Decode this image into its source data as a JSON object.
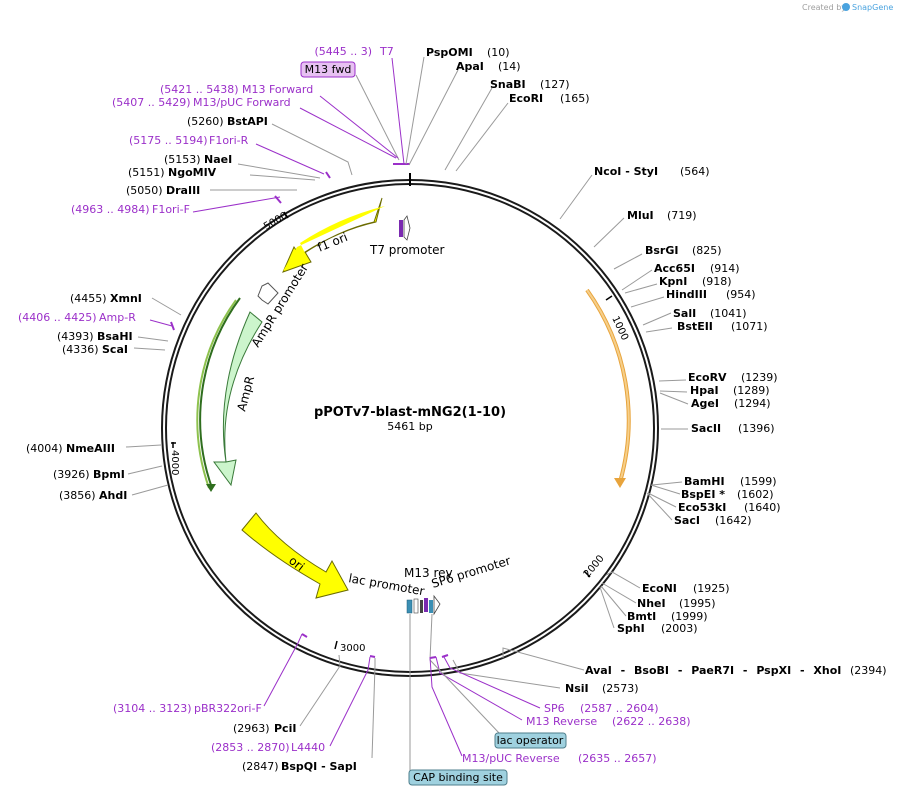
{
  "credit": {
    "prefix": "Created by",
    "brand": "SnapGene"
  },
  "map": {
    "name": "pPOTv7-blast-mNG2(1-10)",
    "length": "5461 bp",
    "ticks": [
      "1000",
      "2000",
      "3000",
      "4000",
      "5000"
    ]
  },
  "features": {
    "f1_ori": "f1 ori",
    "ampr_promoter": "AmpR promoter",
    "ampr": "AmpR",
    "ori": "ori",
    "t7_promoter": "T7 promoter",
    "lac_promoter": "lac promoter",
    "m13_rev": "M13 rev",
    "sp6_promoter": "SP6 promoter"
  },
  "boxes": {
    "m13_fwd": "M13 fwd",
    "lac_operator": "lac operator",
    "cap_site": "CAP binding site"
  },
  "sites": [
    {
      "id": "t7",
      "pos": "(5445 .. 3)",
      "name": "T7",
      "primer": true
    },
    {
      "id": "pspomi",
      "pos": "(10)",
      "name": "PspOMI",
      "primer": false
    },
    {
      "id": "apai",
      "pos": "(14)",
      "name": "ApaI",
      "primer": false
    },
    {
      "id": "snabi",
      "pos": "(127)",
      "name": "SnaBI",
      "primer": false
    },
    {
      "id": "ecori",
      "pos": "(165)",
      "name": "EcoRI",
      "primer": false
    },
    {
      "id": "m13fwd",
      "pos": "(5421 .. 5438)",
      "name": "M13 Forward",
      "primer": true
    },
    {
      "id": "m13puc",
      "pos": "(5407 .. 5429)",
      "name": "M13/pUC Forward",
      "primer": true
    },
    {
      "id": "bstapi",
      "pos": "(5260)",
      "name": "BstAPI",
      "primer": false
    },
    {
      "id": "f1orir",
      "pos": "(5175 .. 5194)",
      "name": "F1ori-R",
      "primer": true
    },
    {
      "id": "naei",
      "pos": "(5153)",
      "name": "NaeI",
      "primer": false
    },
    {
      "id": "ngomiv",
      "pos": "(5151)",
      "name": "NgoMIV",
      "primer": false
    },
    {
      "id": "draiii",
      "pos": "(5050)",
      "name": "DraIII",
      "primer": false
    },
    {
      "id": "f1orif",
      "pos": "(4963 .. 4984)",
      "name": "F1ori-F",
      "primer": true
    },
    {
      "id": "ncoi",
      "pos": "(564)",
      "name": "NcoI - StyI",
      "primer": false
    },
    {
      "id": "mlui",
      "pos": "(719)",
      "name": "MluI",
      "primer": false
    },
    {
      "id": "bsrgi",
      "pos": "(825)",
      "name": "BsrGI",
      "primer": false
    },
    {
      "id": "acc65i",
      "pos": "(914)",
      "name": "Acc65I",
      "primer": false
    },
    {
      "id": "kpni",
      "pos": "(918)",
      "name": "KpnI",
      "primer": false
    },
    {
      "id": "hindiii",
      "pos": "(954)",
      "name": "HindIII",
      "primer": false
    },
    {
      "id": "sali",
      "pos": "(1041)",
      "name": "SalI",
      "primer": false
    },
    {
      "id": "bsteii",
      "pos": "(1071)",
      "name": "BstEII",
      "primer": false
    },
    {
      "id": "xmni",
      "pos": "(4455)",
      "name": "XmnI",
      "primer": false
    },
    {
      "id": "ampr_p",
      "pos": "(4406 .. 4425)",
      "name": "Amp-R",
      "primer": true
    },
    {
      "id": "bsahi",
      "pos": "(4393)",
      "name": "BsaHI",
      "primer": false
    },
    {
      "id": "scai",
      "pos": "(4336)",
      "name": "ScaI",
      "primer": false
    },
    {
      "id": "ecorv",
      "pos": "(1239)",
      "name": "EcoRV",
      "primer": false
    },
    {
      "id": "hpai",
      "pos": "(1289)",
      "name": "HpaI",
      "primer": false
    },
    {
      "id": "agei",
      "pos": "(1294)",
      "name": "AgeI",
      "primer": false
    },
    {
      "id": "sacii",
      "pos": "(1396)",
      "name": "SacII",
      "primer": false
    },
    {
      "id": "nmeaiii",
      "pos": "(4004)",
      "name": "NmeAIII",
      "primer": false
    },
    {
      "id": "bpmi",
      "pos": "(3926)",
      "name": "BpmI",
      "primer": false
    },
    {
      "id": "ahdi",
      "pos": "(3856)",
      "name": "AhdI",
      "primer": false
    },
    {
      "id": "bamhi",
      "pos": "(1599)",
      "name": "BamHI",
      "primer": false
    },
    {
      "id": "bspei",
      "pos": "(1602)",
      "name": "BspEI *",
      "primer": false
    },
    {
      "id": "eco53ki",
      "pos": "(1640)",
      "name": "Eco53kI",
      "primer": false
    },
    {
      "id": "saci",
      "pos": "(1642)",
      "name": "SacI",
      "primer": false
    },
    {
      "id": "econi",
      "pos": "(1925)",
      "name": "EcoNI",
      "primer": false
    },
    {
      "id": "nhei",
      "pos": "(1995)",
      "name": "NheI",
      "primer": false
    },
    {
      "id": "bmti",
      "pos": "(1999)",
      "name": "BmtI",
      "primer": false
    },
    {
      "id": "sphi",
      "pos": "(2003)",
      "name": "SphI",
      "primer": false
    },
    {
      "id": "avai",
      "pos": "(2394)",
      "name": "AvaI - BsoBI - PaeR7I - PspXI - XhoI",
      "primer": false
    },
    {
      "id": "nsii",
      "pos": "(2573)",
      "name": "NsiI",
      "primer": false
    },
    {
      "id": "sp6",
      "pos": "(2587 .. 2604)",
      "name": "SP6",
      "primer": true
    },
    {
      "id": "m13rev",
      "pos": "(2622 .. 2638)",
      "name": "M13 Reverse",
      "primer": true
    },
    {
      "id": "m13pucrev",
      "pos": "(2635 .. 2657)",
      "name": "M13/pUC Reverse",
      "primer": true
    },
    {
      "id": "pbr322",
      "pos": "(3104 .. 3123)",
      "name": "pBR322ori-F",
      "primer": true
    },
    {
      "id": "pcii",
      "pos": "(2963)",
      "name": "PciI",
      "primer": false
    },
    {
      "id": "l4440",
      "pos": "(2853 .. 2870)",
      "name": "L4440",
      "primer": true
    },
    {
      "id": "bspqi",
      "pos": "(2847)",
      "name": "BspQI - SapI",
      "primer": false
    }
  ]
}
